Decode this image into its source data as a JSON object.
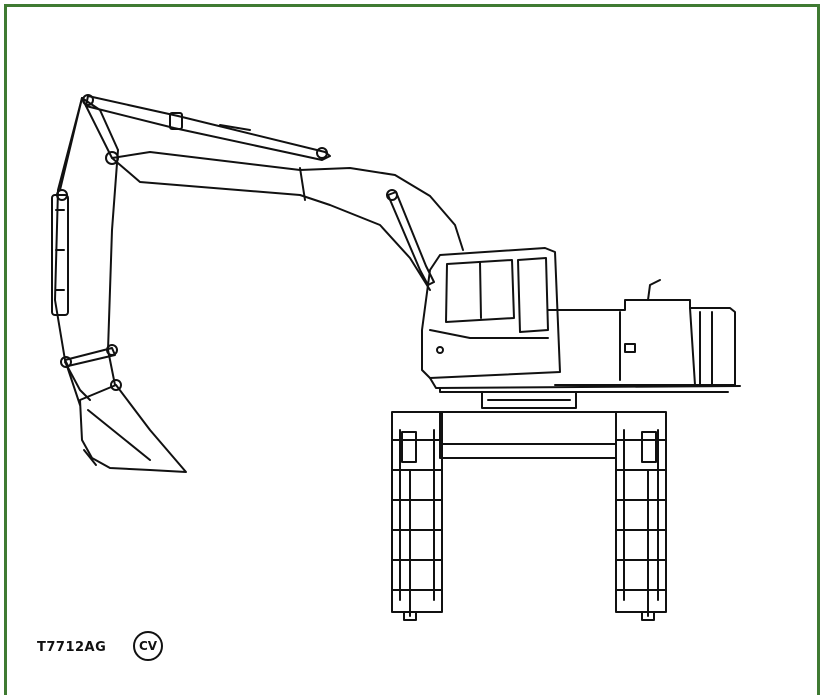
{
  "figure": {
    "code": "T7712AG",
    "badge": "CV",
    "frame_color": "#3f7a32",
    "line_color": "#111111",
    "subject": "excavator-side-view"
  }
}
